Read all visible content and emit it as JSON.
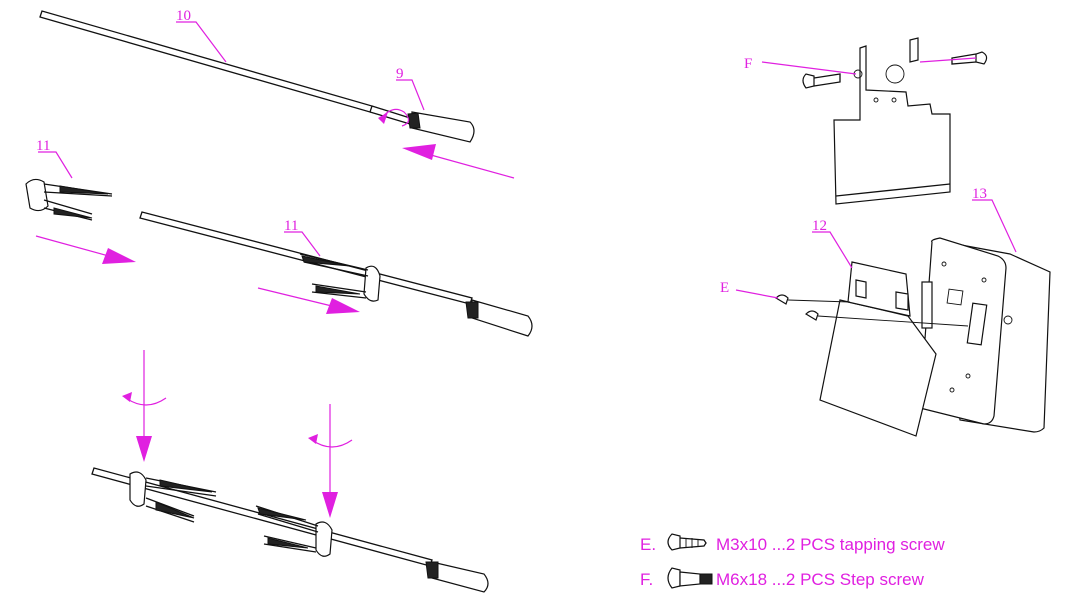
{
  "callouts": {
    "c9": "9",
    "c10": "10",
    "c11a": "11",
    "c11b": "11",
    "c12": "12",
    "c13": "13",
    "cE": "E",
    "cF": "F"
  },
  "legend": {
    "items": [
      {
        "letter": "E.",
        "text": "M3x10 ...2 PCS  tapping screw",
        "icon": "tapping-screw-icon"
      },
      {
        "letter": "F.",
        "text": "M6x18 ...2 PCS  Step screw",
        "icon": "step-screw-icon"
      }
    ]
  },
  "colors": {
    "accent": "#e020e0",
    "line": "#111111"
  }
}
